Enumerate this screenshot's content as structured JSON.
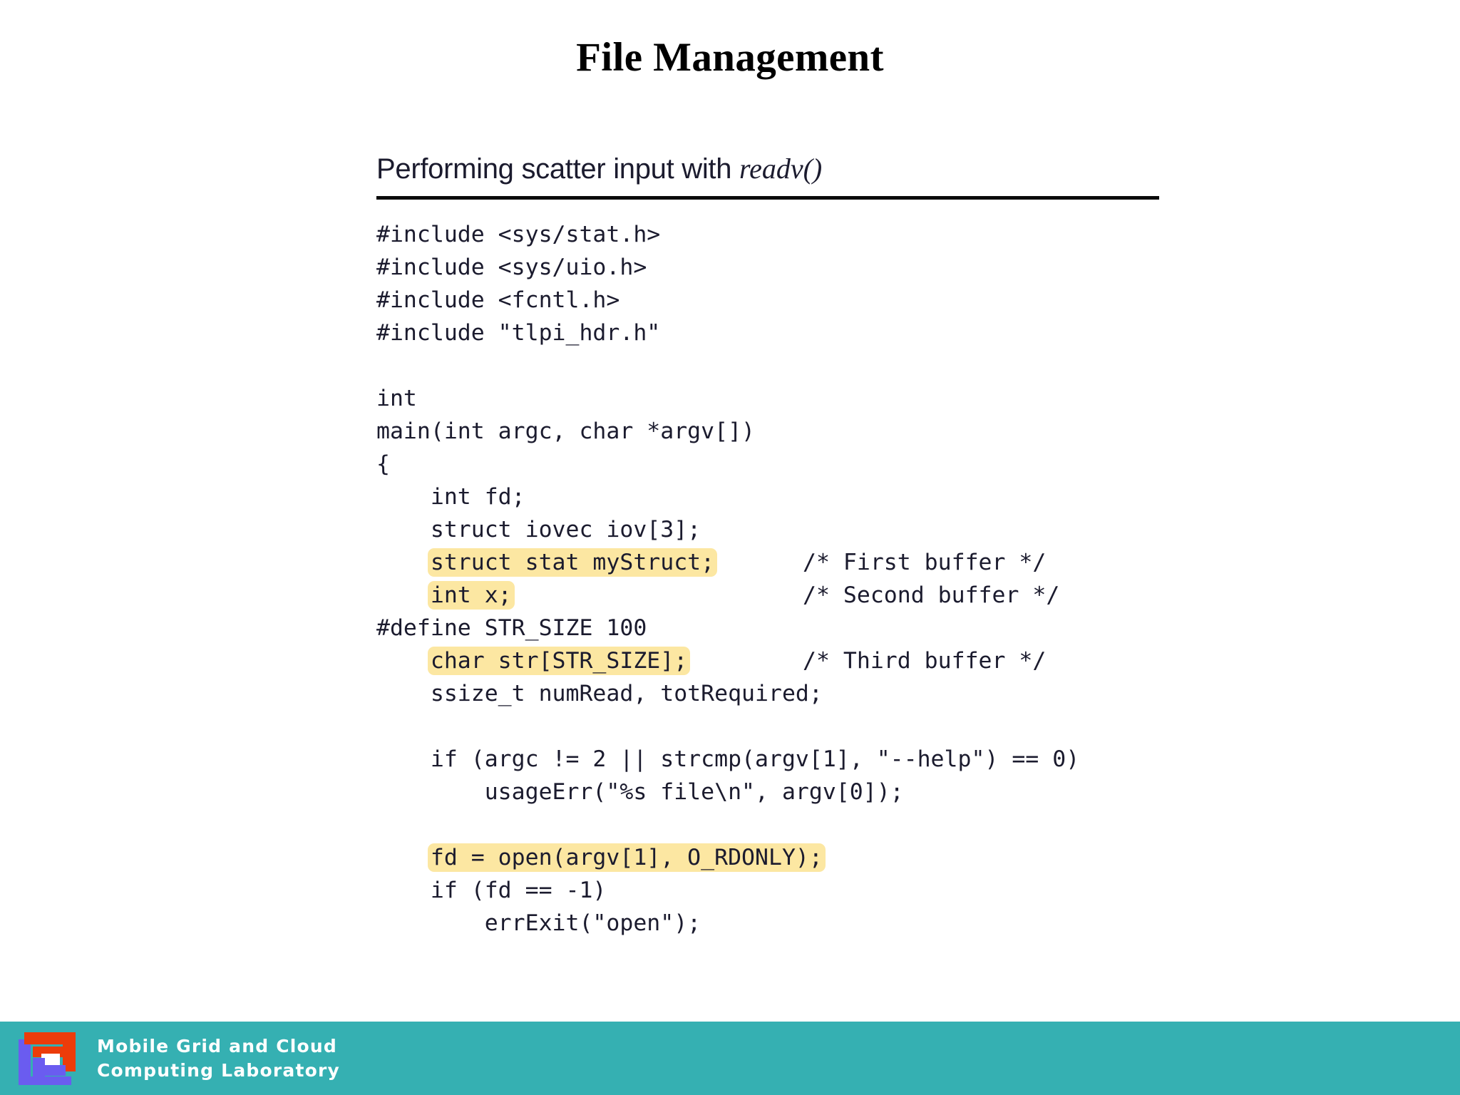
{
  "slide": {
    "title": "File Management"
  },
  "figure": {
    "caption_prefix": "Performing scatter input with ",
    "caption_function": "readv()",
    "rule": "horizontal-rule"
  },
  "code": {
    "language": "c",
    "lines": [
      {
        "id": "inc-stat",
        "segments": [
          {
            "text": "#include <sys/stat.h>",
            "highlight": false
          }
        ]
      },
      {
        "id": "inc-uio",
        "segments": [
          {
            "text": "#include <sys/uio.h>",
            "highlight": false
          }
        ]
      },
      {
        "id": "inc-fcntl",
        "segments": [
          {
            "text": "#include <fcntl.h>",
            "highlight": false
          }
        ]
      },
      {
        "id": "inc-tlpi",
        "segments": [
          {
            "text": "#include \"tlpi_hdr.h\"",
            "highlight": false
          }
        ]
      },
      {
        "id": "blank-1",
        "segments": []
      },
      {
        "id": "ret-type",
        "segments": [
          {
            "text": "int",
            "highlight": false
          }
        ]
      },
      {
        "id": "main-sig",
        "segments": [
          {
            "text": "main(int argc, char *argv[])",
            "highlight": false
          }
        ]
      },
      {
        "id": "open-brace",
        "segments": [
          {
            "text": "{",
            "highlight": false
          }
        ]
      },
      {
        "id": "decl-fd",
        "segments": [
          {
            "text": "    int fd;",
            "highlight": false
          }
        ]
      },
      {
        "id": "decl-iov",
        "segments": [
          {
            "text": "    struct iovec iov[3];",
            "highlight": false
          }
        ]
      },
      {
        "id": "decl-mystruct",
        "segments": [
          {
            "text": "    ",
            "highlight": false
          },
          {
            "text": "struct stat myStruct;",
            "highlight": true
          }
        ],
        "comment": "/* First buffer */"
      },
      {
        "id": "decl-x",
        "segments": [
          {
            "text": "    ",
            "highlight": false
          },
          {
            "text": "int x;",
            "highlight": true
          }
        ],
        "comment": "/* Second buffer */"
      },
      {
        "id": "define-str",
        "segments": [
          {
            "text": "#define STR_SIZE 100",
            "highlight": false
          }
        ]
      },
      {
        "id": "decl-str",
        "segments": [
          {
            "text": "    ",
            "highlight": false
          },
          {
            "text": "char str[STR_SIZE];",
            "highlight": true
          }
        ],
        "comment": "/* Third buffer */"
      },
      {
        "id": "decl-ssize",
        "segments": [
          {
            "text": "    ssize_t numRead, totRequired;",
            "highlight": false
          }
        ]
      },
      {
        "id": "blank-2",
        "segments": []
      },
      {
        "id": "if-argc",
        "segments": [
          {
            "text": "    if (argc != 2 || strcmp(argv[1], \"--help\") == 0)",
            "highlight": false
          }
        ]
      },
      {
        "id": "usage-err",
        "segments": [
          {
            "text": "        usageErr(\"%s file\\n\", argv[0]);",
            "highlight": false
          }
        ]
      },
      {
        "id": "blank-3",
        "segments": []
      },
      {
        "id": "fd-open",
        "segments": [
          {
            "text": "    ",
            "highlight": false
          },
          {
            "text": "fd = open(argv[1], O_RDONLY);",
            "highlight": true
          }
        ]
      },
      {
        "id": "if-fd",
        "segments": [
          {
            "text": "    if (fd == -1)",
            "highlight": false
          }
        ]
      },
      {
        "id": "err-exit",
        "segments": [
          {
            "text": "        errExit(\"open\");",
            "highlight": false
          }
        ]
      }
    ]
  },
  "footer": {
    "logo_name": "mgcl-logo",
    "line1": "Mobile Grid and Cloud",
    "line2": "Computing Laboratory"
  },
  "colors": {
    "background": "#ffffff",
    "text": "#1b1b2e",
    "title": "#000000",
    "highlight": "#fce7a2",
    "footer_band": "#35b0b2",
    "footer_text": "#ffffff",
    "logo_red": "#ec3c0a",
    "logo_blue": "#6a5cf0",
    "rule": "#0a0a0a"
  }
}
